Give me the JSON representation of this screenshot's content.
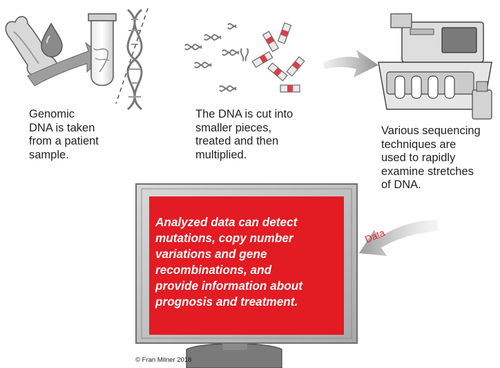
{
  "steps": [
    {
      "caption": "Genomic\nDNA is taken\nfrom a patient\nsample."
    },
    {
      "caption": "The DNA is cut into\nsmaller pieces,\ntreated and then\nmultiplied."
    },
    {
      "caption": "Various sequencing\ntechniques are\nused to rapidly\nexamine stretches\nof DNA."
    }
  ],
  "monitor": {
    "text": "Analyzed data can detect\nmutations, copy number\nvariations and gene\nrecombinations, and\nprovide information about\nprognosis and treatment.",
    "screen_color": "#e31b23"
  },
  "arrow_label": "Data",
  "credit": "© Fran Milner 2018",
  "colors": {
    "accent_red": "#e31b23",
    "arrow_gray": "#c9c9c9"
  },
  "icons": [
    "bone-icon",
    "blood-drop-icon",
    "test-tube-icon",
    "dna-helix-icon",
    "dna-fragments-icon",
    "vials-icon",
    "sequencer-icon",
    "monitor-icon"
  ]
}
